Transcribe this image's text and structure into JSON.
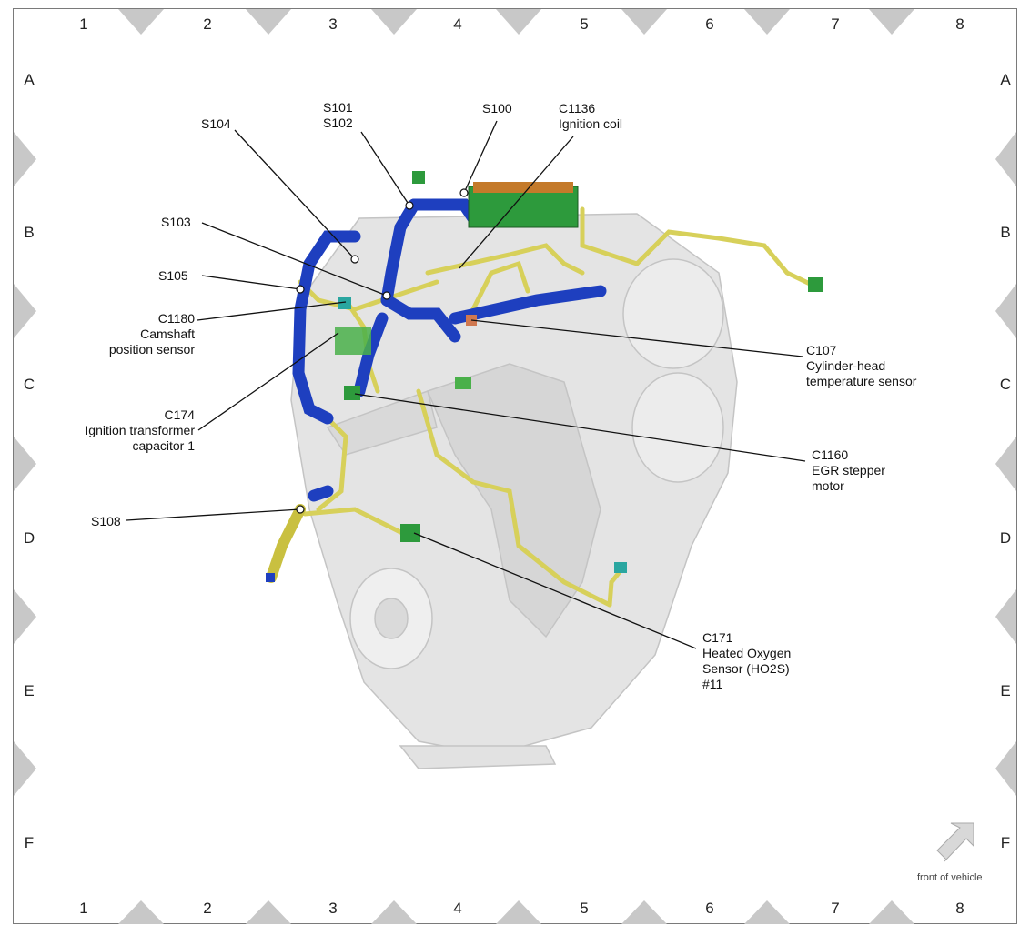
{
  "grid": {
    "columns": [
      "1",
      "2",
      "3",
      "4",
      "5",
      "6",
      "7",
      "8"
    ],
    "rows": [
      "A",
      "B",
      "C",
      "D",
      "E",
      "F"
    ]
  },
  "labels": {
    "s104": "S104",
    "s101": "S101",
    "s102": "S102",
    "s100": "S100",
    "c1136_id": "C1136",
    "c1136_desc": "Ignition coil",
    "s103": "S103",
    "s105": "S105",
    "c1180_id": "C1180",
    "c1180_desc1": "Camshaft",
    "c1180_desc2": "position sensor",
    "c174_id": "C174",
    "c174_desc1": "Ignition transformer",
    "c174_desc2": "capacitor 1",
    "c107_id": "C107",
    "c107_desc1": "Cylinder-head",
    "c107_desc2": "temperature sensor",
    "c1160_id": "C1160",
    "c1160_desc1": "EGR stepper",
    "c1160_desc2": "motor",
    "s108": "S108",
    "c171_id": "C171",
    "c171_desc1": "Heated Oxygen",
    "c171_desc2": "Sensor (HO2S)",
    "c171_desc3": "#11"
  },
  "front_of_vehicle": "front of vehicle",
  "colors": {
    "harness_main": "#1e3fbf",
    "harness_secondary": "#d7d05a",
    "connector_green": "#2d9a3c",
    "connector_teal": "#2aa6a0",
    "engine_gray": "#dcdcdc",
    "border_triangle": "#c8c8c8"
  }
}
